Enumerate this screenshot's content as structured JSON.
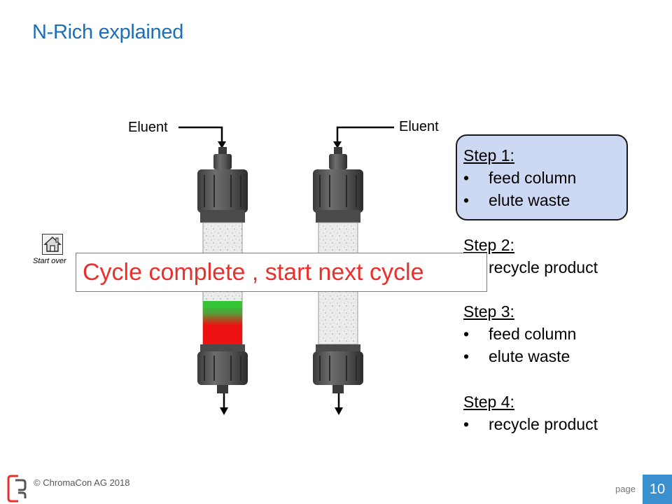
{
  "slide": {
    "title": "N-Rich explained"
  },
  "labels": {
    "eluent_left": "Eluent",
    "eluent_right": "Eluent"
  },
  "steps": [
    {
      "title": "Step 1:",
      "bullets": [
        "feed column",
        "elute waste"
      ],
      "highlighted": true
    },
    {
      "title": "Step 2:",
      "text": "recycle product"
    },
    {
      "title": "Step 3:",
      "bullets": [
        "feed column",
        "elute waste"
      ]
    },
    {
      "title": "Step 4:",
      "bullets": [
        "recycle product"
      ]
    }
  ],
  "bullet_char": "•",
  "banner": {
    "text": "Cycle complete , start next cycle",
    "color": "#e8302c"
  },
  "nav": {
    "start_over": "Start over",
    "home_icon": "home-icon"
  },
  "footer": {
    "copyright": "© ChromaCon AG 2018",
    "page_label": "page",
    "page_number": "10"
  },
  "colors": {
    "title": "#1f6eb5",
    "step_highlight": "#cdd8f3",
    "band_green": "#35c435",
    "band_red": "#ee1111",
    "page_badge": "#3a8fce"
  }
}
